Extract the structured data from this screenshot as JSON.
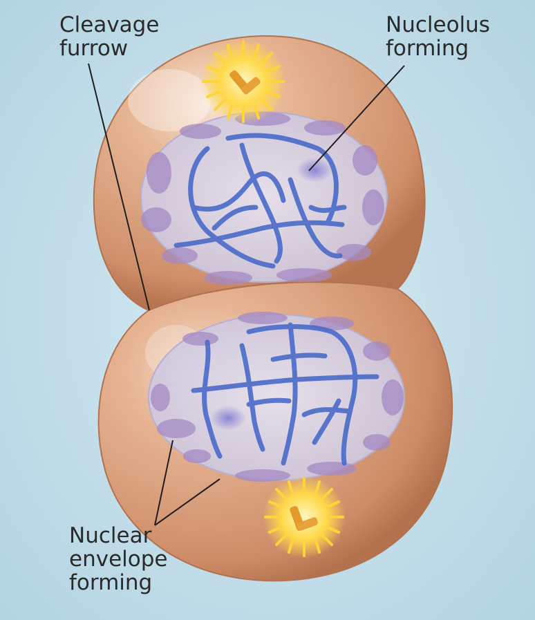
{
  "labels": {
    "cleavage_furrow": "Cleavage\nfurrow",
    "nucleolus_forming": "Nucleolus\nforming",
    "nuclear_envelope_forming": "Nuclear\nenvelope\nforming"
  },
  "colors": {
    "background": "#bcdbe7",
    "cell": "#d9a17e",
    "cell_edge": "#b97a58",
    "chromosome": "#4a6bc9",
    "nucleus": "#d6d2e6",
    "vesicle": "#a48ac4",
    "centrosome_glow": "#ffd84a",
    "centriole": "#e49a2a",
    "leader_line": "#1e1e1e",
    "text": "#2a2a2a"
  }
}
